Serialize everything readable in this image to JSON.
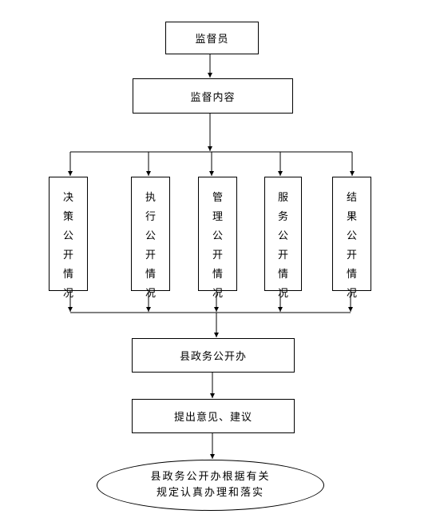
{
  "nodes": {
    "supervisor": "监督员",
    "content": "监督内容",
    "items": [
      "决策公开情况",
      "执行公开情况",
      "管理公开情况",
      "服务公开情况",
      "结果公开情况"
    ],
    "office": "县政务公开办",
    "suggest": "提出意见、建议",
    "final_line1": "县政务公开办根据有关",
    "final_line2": "规定认真办理和落实"
  }
}
